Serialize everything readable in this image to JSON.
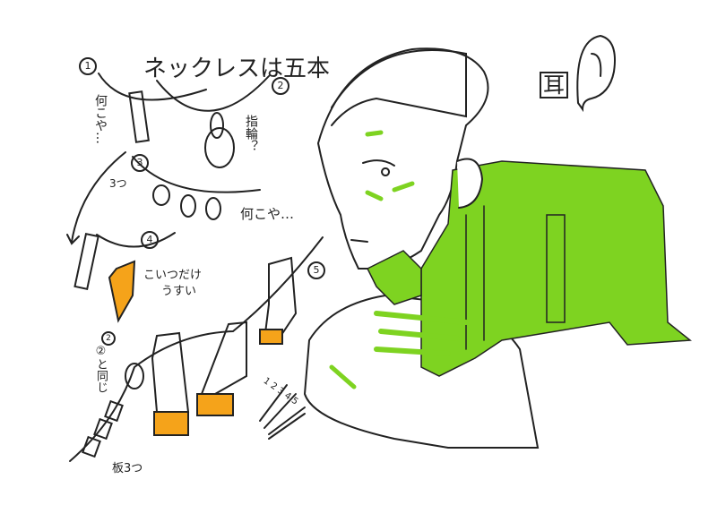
{
  "title": "ネックレスは五本",
  "ear_label": "耳",
  "notes": {
    "n1_side": "何こや…",
    "n2_side": "指輪？",
    "n3_count": "3つ",
    "n3_side": "何こや…",
    "n4_note_line1": "こいつだけ",
    "n4_note_line2": "うすい",
    "same_as": "②と同じ",
    "plates": "板3つ",
    "layer_order": "1 2 3 4 5"
  },
  "markers": [
    "1",
    "2",
    "3",
    "4",
    "5",
    "2"
  ],
  "colors": {
    "accent_green": "#7ed321",
    "accent_orange": "#f5a31a",
    "ink": "#222222"
  }
}
